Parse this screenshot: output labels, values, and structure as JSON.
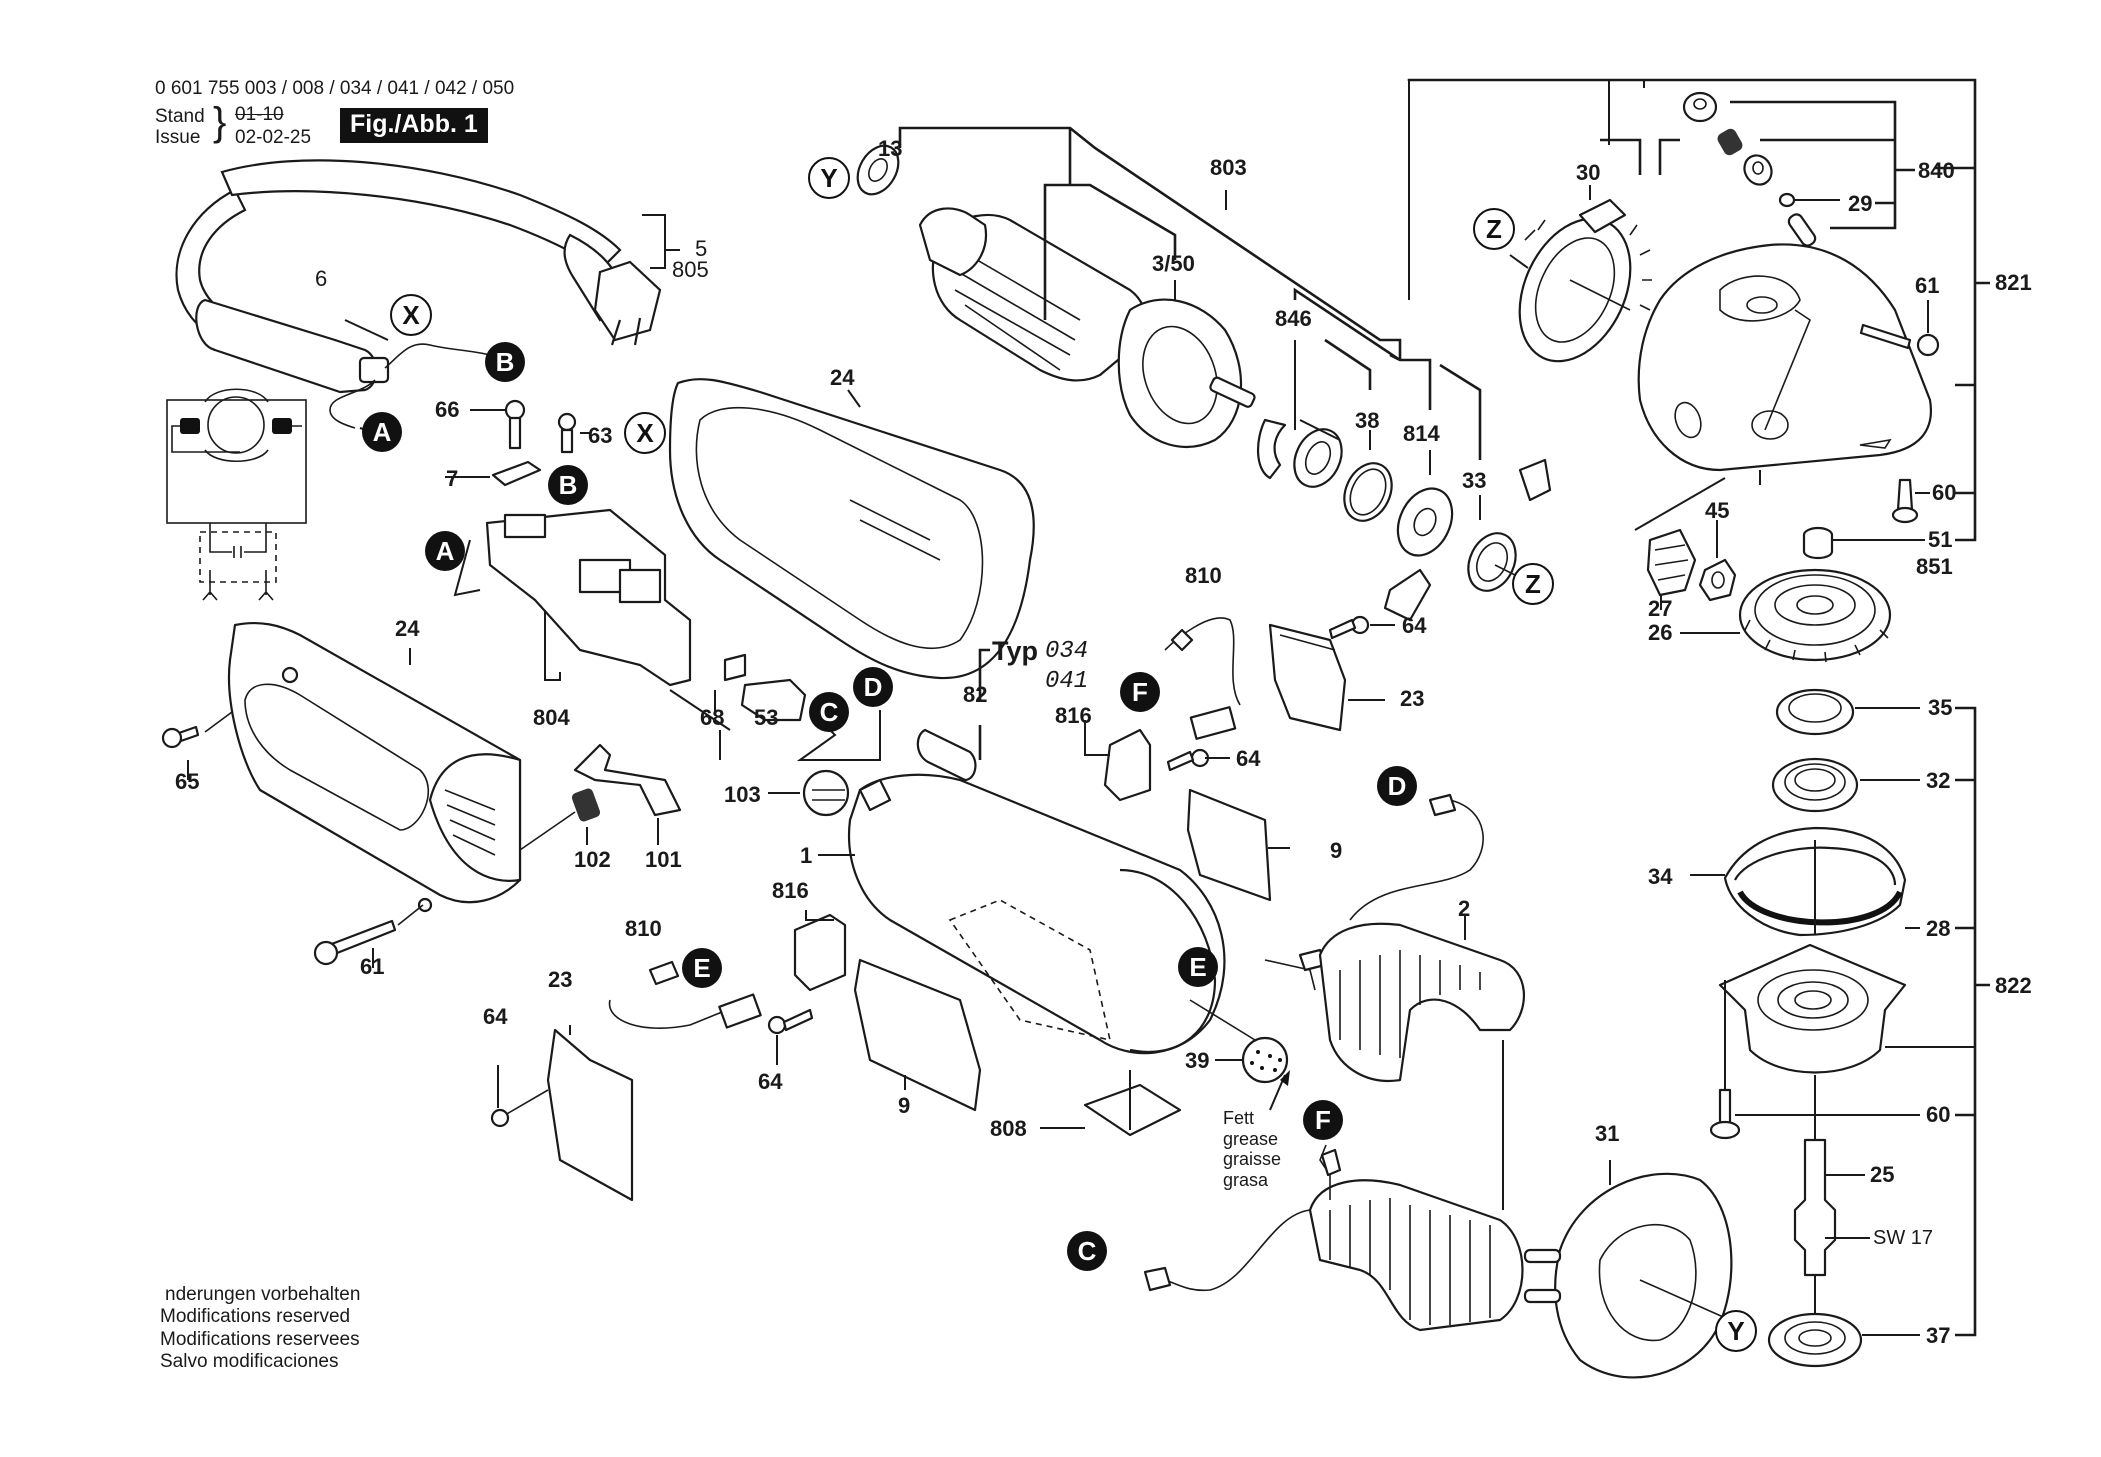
{
  "header": {
    "part_numbers": "0 601 755 003 / 008 / 034 / 041 / 042 / 050",
    "stand_label": "Stand",
    "issue_label": "Issue",
    "old_date_struck": "01-10",
    "issue_date": "02-02-25",
    "figure_label": "Fig./Abb. 1"
  },
  "type_note": {
    "prefix": "Typ",
    "types": [
      "034",
      "041"
    ]
  },
  "grease_note": [
    "Fett",
    "grease",
    "graisse",
    "grasa"
  ],
  "footer": {
    "lines": [
      "nderungen vorbehalten",
      "Modifications reserved",
      "Modifications reservees",
      "Salvo modificaciones"
    ]
  },
  "connection_markers": {
    "solid": [
      "A",
      "B",
      "C",
      "D",
      "E",
      "F"
    ],
    "open": [
      "X",
      "Y",
      "Z"
    ]
  },
  "part_labels": {
    "p5": "5",
    "p805": "805",
    "p6": "6",
    "p66": "66",
    "p63": "63",
    "p7": "7",
    "p24_top": "24",
    "p24_left": "24",
    "p65": "65",
    "p61_left": "61",
    "p804": "804",
    "p68": "68",
    "p53": "53",
    "p82": "82",
    "p102": "102",
    "p101": "101",
    "p103": "103",
    "p1": "1",
    "p816_top": "816",
    "p816_bottom": "816",
    "p810_top": "810",
    "p810_bottom": "810",
    "p64_a": "64",
    "p64_b": "64",
    "p64_c": "64",
    "p64_d": "64",
    "p23_left": "23",
    "p23_right": "23",
    "p9_a": "9",
    "p9_b": "9",
    "p808": "808",
    "p39": "39",
    "p2": "2",
    "p31": "31",
    "p13": "13",
    "p803": "803",
    "p3_50": "3/50",
    "p846": "846",
    "p38": "38",
    "p814": "814",
    "p33": "33",
    "p30": "30",
    "p840": "840",
    "p29": "29",
    "p61_right": "61",
    "p821": "821",
    "p60_top": "60",
    "p51": "51",
    "p851": "851",
    "p45": "45",
    "p27": "27",
    "p26": "26",
    "p35": "35",
    "p32": "32",
    "p34": "34",
    "p28": "28",
    "p822": "822",
    "p60_bottom": "60",
    "p25": "25",
    "sw17": "SW 17",
    "p37": "37"
  }
}
